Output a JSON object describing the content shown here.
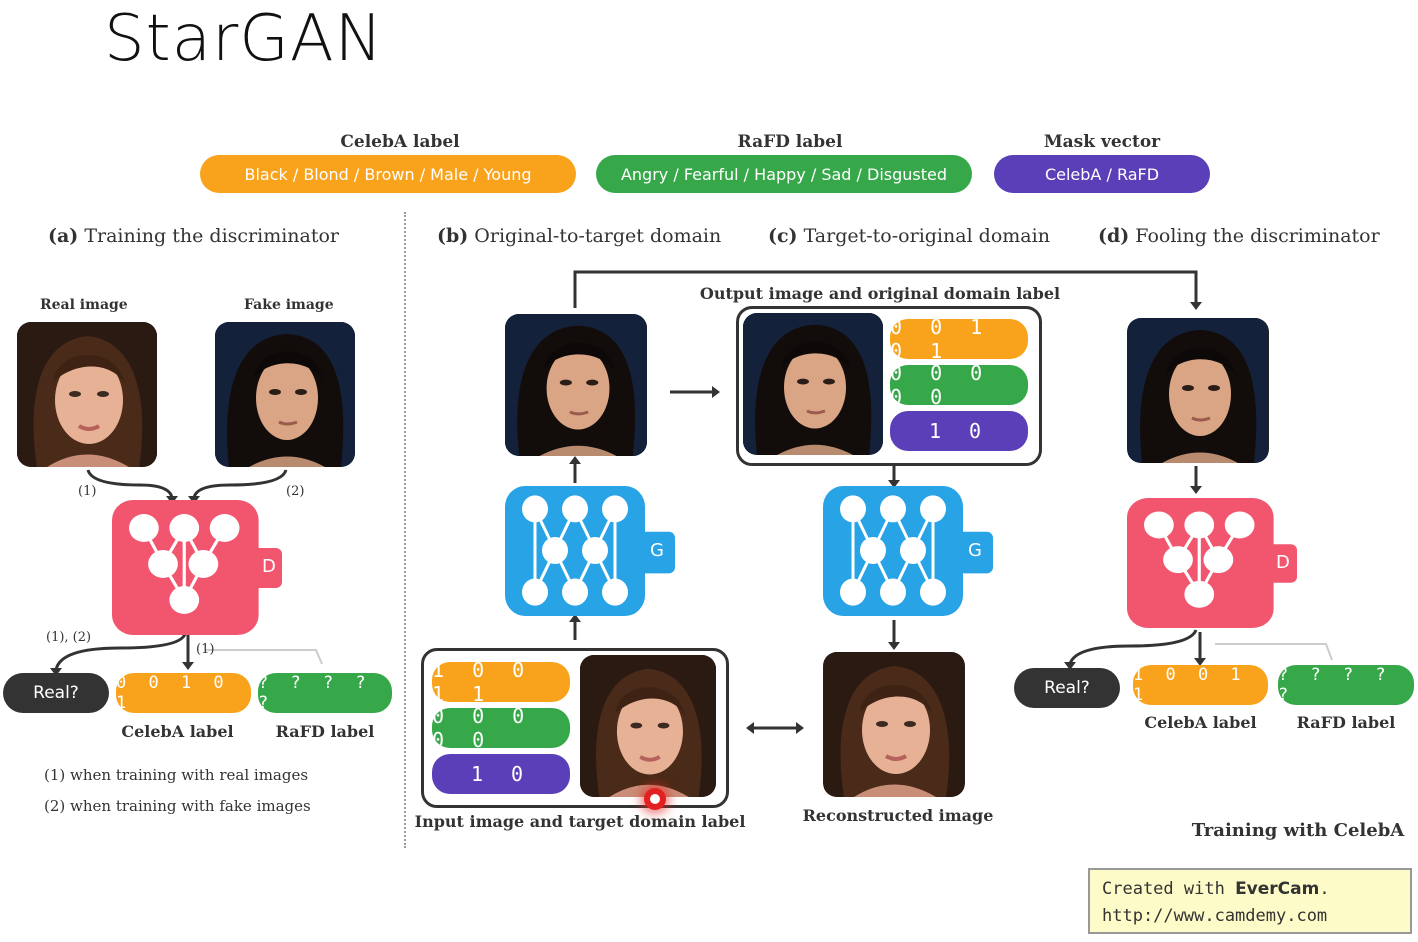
{
  "title": "StarGAN",
  "legend": {
    "celeba": {
      "header": "CelebA label",
      "pill": "Black / Blond / Brown / Male / Young",
      "color": "#f9a21b"
    },
    "rafd": {
      "header": "RaFD label",
      "pill": "Angry / Fearful / Happy / Sad / Disgusted",
      "color": "#37a84a"
    },
    "mask": {
      "header": "Mask vector",
      "pill": "CelebA / RaFD",
      "color": "#5b3fb8"
    }
  },
  "panel_a": {
    "title_bold": "(a)",
    "title_text": " Training the discriminator",
    "real_image_label": "Real image",
    "fake_image_label": "Fake image",
    "edge_1": "(1)",
    "edge_2": "(2)",
    "edge_12": "(1), (2)",
    "edge_1b": "(1)",
    "disc_label": "D",
    "real_q": "Real?",
    "celeba_vec": "0 0 1 0 1",
    "rafd_vec": "? ? ? ? ?",
    "celeba_caption": "CelebA label",
    "rafd_caption": "RaFD label",
    "note_1": "(1) when training with real images",
    "note_2": "(2) when training with fake images"
  },
  "panel_b": {
    "title_bold": "(b)",
    "title_text": " Original-to-target domain",
    "gen_label": "G",
    "input_caption": "Input image and target domain label",
    "celeba_vec": "1 0 0 1 1",
    "rafd_vec": "0 0 0 0 0",
    "mask_vec": "1   0"
  },
  "panel_c": {
    "title_bold": "(c)",
    "title_text": " Target-to-original domain",
    "output_caption": "Output image and original domain label",
    "celeba_vec": "0 0 1 0 1",
    "rafd_vec": "0 0 0 0 0",
    "mask_vec": "1   0",
    "gen_label": "G",
    "recon_caption": "Reconstructed image"
  },
  "panel_d": {
    "title_bold": "(d)",
    "title_text": " Fooling the discriminator",
    "disc_label": "D",
    "real_q": "Real?",
    "celeba_vec": "1 0 0 1 1",
    "rafd_vec": "? ? ? ? ?",
    "celeba_caption": "CelebA label",
    "rafd_caption": "RaFD label",
    "footer": "Training with CelebA"
  },
  "watermark": {
    "line1_prefix": "Created with ",
    "line1_brand": "EverCam",
    "line1_suffix": ".",
    "line2": "http://www.camdemy.com"
  },
  "colors": {
    "disc": "#f2566f",
    "gen": "#27a3e6",
    "orange": "#f9a21b",
    "green": "#37a84a",
    "purple": "#5b3fb8"
  }
}
